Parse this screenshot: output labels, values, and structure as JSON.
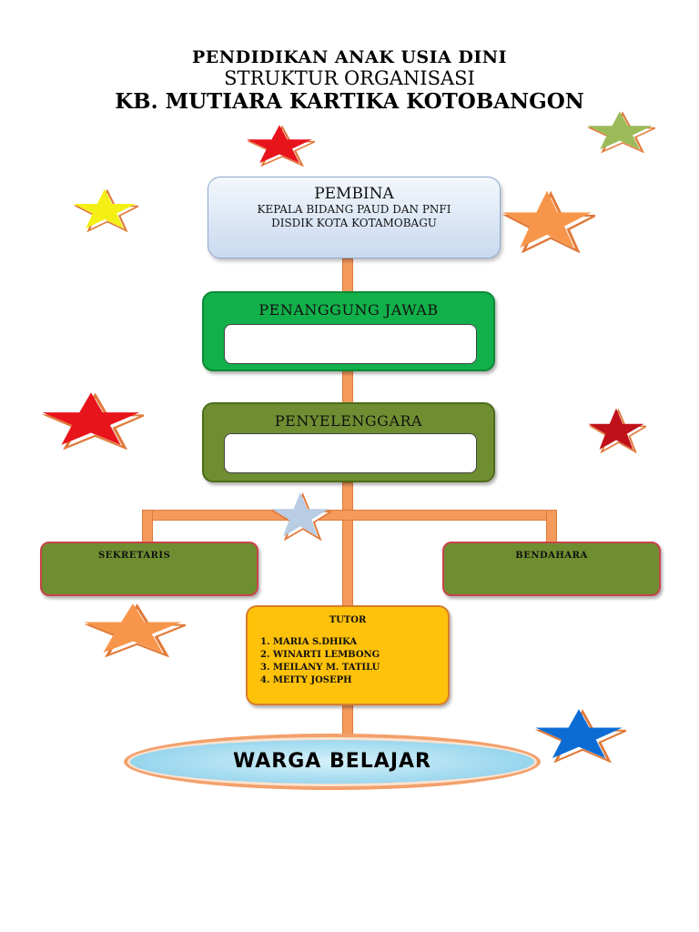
{
  "header": {
    "line1": "PENDIDIKAN ANAK USIA DINI",
    "line2": "STRUKTUR ORGANISASI",
    "line3": "KB. MUTIARA KARTIKA KOTOBANGON"
  },
  "pembina": {
    "title": "PEMBINA",
    "line1": "KEPALA BIDANG PAUD DAN PNFI",
    "line2": "DISDIK KOTA KOTAMOBAGU"
  },
  "penanggung_jawab": {
    "title": "PENANGGUNG JAWAB",
    "value": ""
  },
  "penyelenggara": {
    "title": "PENYELENGGARA",
    "value": ""
  },
  "sekretaris": {
    "title": "SEKRETARIS"
  },
  "bendahara": {
    "title": "BENDAHARA"
  },
  "tutor": {
    "title": "TUTOR",
    "members": [
      "1.  MARIA S.DHIKA",
      "2. WINARTI LEMBONG",
      "3. MEILANY M. TATILU",
      "4. MEITY JOSEPH"
    ]
  },
  "warga": {
    "title": "WARGA BELAJAR"
  },
  "colors": {
    "star_red": "#e8141c",
    "star_yellow": "#f4f016",
    "star_orange": "#f7964a",
    "star_green": "#9bbb59",
    "star_darkred": "#c0111a",
    "star_lightblue": "#b8cce4",
    "star_blue": "#0c6cd4"
  }
}
